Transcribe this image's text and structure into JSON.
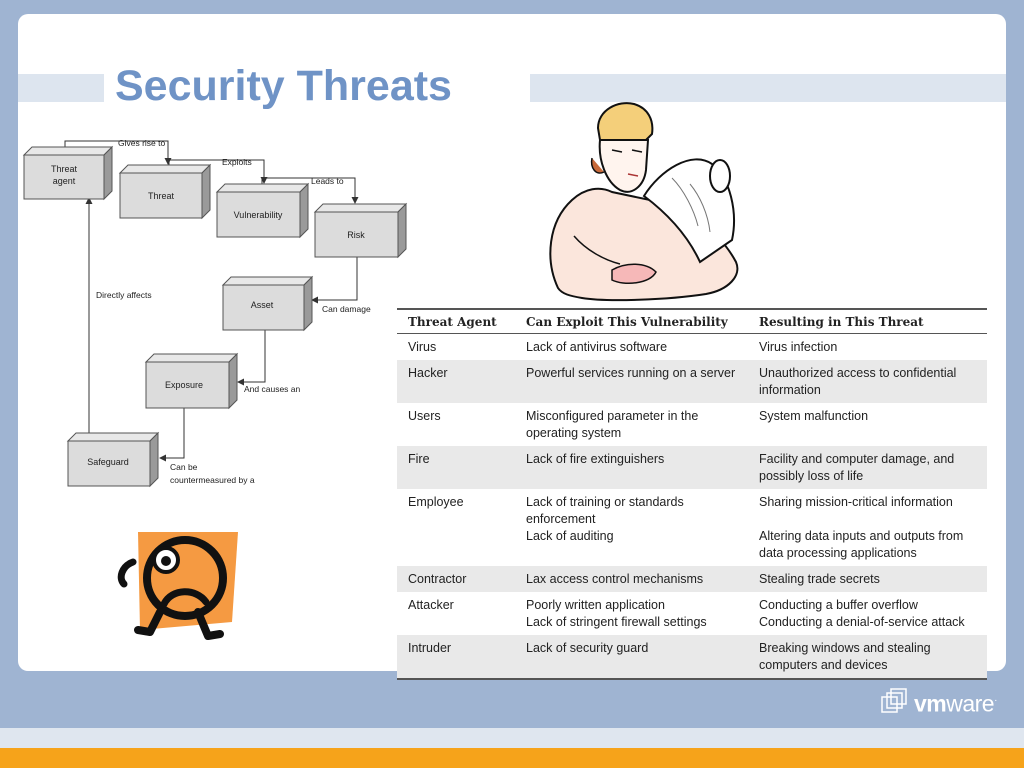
{
  "slide": {
    "title": "Security Threats"
  },
  "diagram": {
    "nodes": {
      "threat_agent_line1": "Threat",
      "threat_agent_line2": "agent",
      "threat": "Threat",
      "vulnerability": "Vulnerability",
      "risk": "Risk",
      "asset": "Asset",
      "exposure": "Exposure",
      "safeguard": "Safeguard"
    },
    "edges": {
      "gives_rise_to": "Gives rise to",
      "exploits": "Exploits",
      "leads_to": "Leads to",
      "can_damage": "Can damage",
      "and_causes_an": "And causes an",
      "can_be_line1": "Can be",
      "can_be_line2": "countermeasured by a",
      "directly_affects": "Directly affects"
    }
  },
  "table": {
    "headers": [
      "Threat Agent",
      "Can Exploit This Vulnerability",
      "Resulting in This Threat"
    ],
    "rows": [
      {
        "agent": "Virus",
        "vuln": "Lack of antivirus software",
        "threat": "Virus infection"
      },
      {
        "agent": "Hacker",
        "vuln": "Powerful services running on a server",
        "threat": "Unauthorized access to confidential information"
      },
      {
        "agent": "Users",
        "vuln": "Misconfigured parameter in the operating system",
        "threat": "System malfunction"
      },
      {
        "agent": "Fire",
        "vuln": "Lack of fire extinguishers",
        "threat": "Facility and computer damage, and possibly loss of life"
      },
      {
        "agent": "Employee",
        "vuln": "Lack of training or standards enforcement",
        "vuln2": "Lack of auditing",
        "threat": "Sharing mission-critical information",
        "threat2": "Altering data inputs and outputs from data processing applications"
      },
      {
        "agent": "Contractor",
        "vuln": "Lax access control mechanisms",
        "threat": "Stealing trade secrets"
      },
      {
        "agent": "Attacker",
        "vuln": "Poorly written application",
        "vuln2": "Lack of stringent firewall settings",
        "threat": "Conducting a buffer overflow",
        "threat2": "Conducting a denial-of-service attack"
      },
      {
        "agent": "Intruder",
        "vuln": "Lack of security guard",
        "threat": "Breaking windows and stealing computers and devices"
      }
    ]
  },
  "footer": {
    "logo_bold": "vm",
    "logo_light": "ware",
    "logo_mark": "·"
  },
  "colors": {
    "background": "#9fb4d2",
    "title": "#6f93c6",
    "accent_band": "#f6a31a",
    "title_bar": "#dde5ef"
  }
}
